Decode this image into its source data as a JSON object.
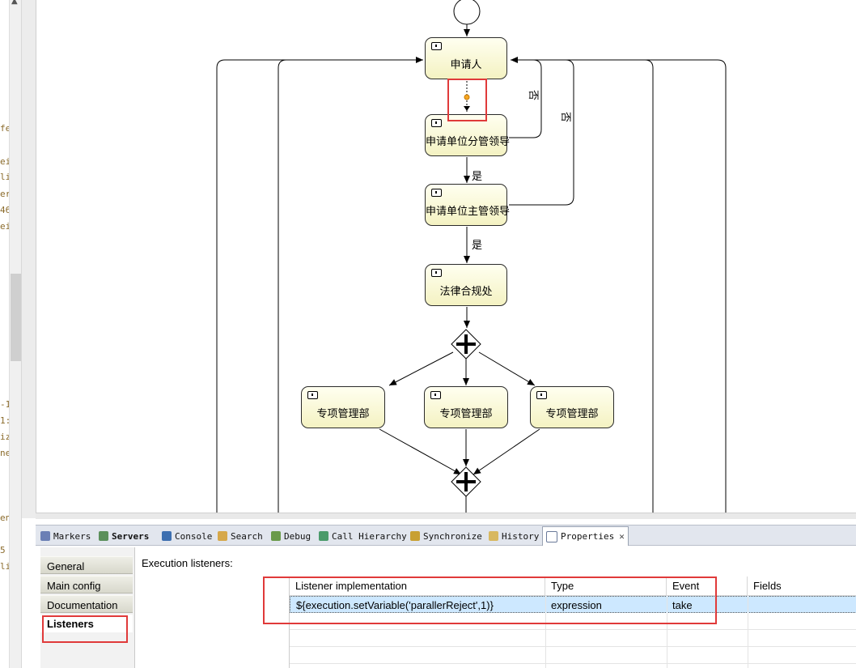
{
  "gutter": {
    "fragments": [
      "fe",
      "ei",
      "li",
      "er",
      "46",
      "ei",
      "-1",
      "1:",
      "izl",
      "ne",
      "en",
      "5",
      "lip"
    ]
  },
  "diagram": {
    "tasks": {
      "apply": "申请人",
      "division_leader": "申请单位分管领导",
      "chief_leader": "申请单位主管领导",
      "legal": "法律合规处",
      "dept_left": "专项管理部",
      "dept_mid": "专项管理部",
      "dept_right": "专项管理部"
    },
    "conditions": {
      "yes1": "是",
      "yes2": "是",
      "no1": "否",
      "no2": "否"
    }
  },
  "tabs": [
    {
      "label": "Markers",
      "icon": "markers-icon"
    },
    {
      "label": "Servers",
      "icon": "servers-icon"
    },
    {
      "label": "Console",
      "icon": "console-icon"
    },
    {
      "label": "Search",
      "icon": "search-icon"
    },
    {
      "label": "Debug",
      "icon": "debug-icon"
    },
    {
      "label": "Call Hierarchy",
      "icon": "call-hierarchy-icon"
    },
    {
      "label": "Synchronize",
      "icon": "synchronize-icon"
    },
    {
      "label": "History",
      "icon": "history-icon"
    },
    {
      "label": "Properties",
      "icon": "properties-icon",
      "active": true
    }
  ],
  "properties": {
    "nav": {
      "general": "General",
      "main_config": "Main config",
      "documentation": "Documentation",
      "listeners": "Listeners"
    },
    "section_label": "Execution listeners:",
    "table": {
      "headers": {
        "impl": "Listener implementation",
        "type": "Type",
        "event": "Event",
        "fields": "Fields"
      },
      "rows": [
        {
          "impl": "${execution.setVariable('parallerReject',1)}",
          "type": "expression",
          "event": "take",
          "fields": ""
        }
      ]
    }
  },
  "colors": {
    "highlight": "#e03a3a",
    "task_fill": "#f4f2c2",
    "selected_row": "#cde8ff"
  }
}
